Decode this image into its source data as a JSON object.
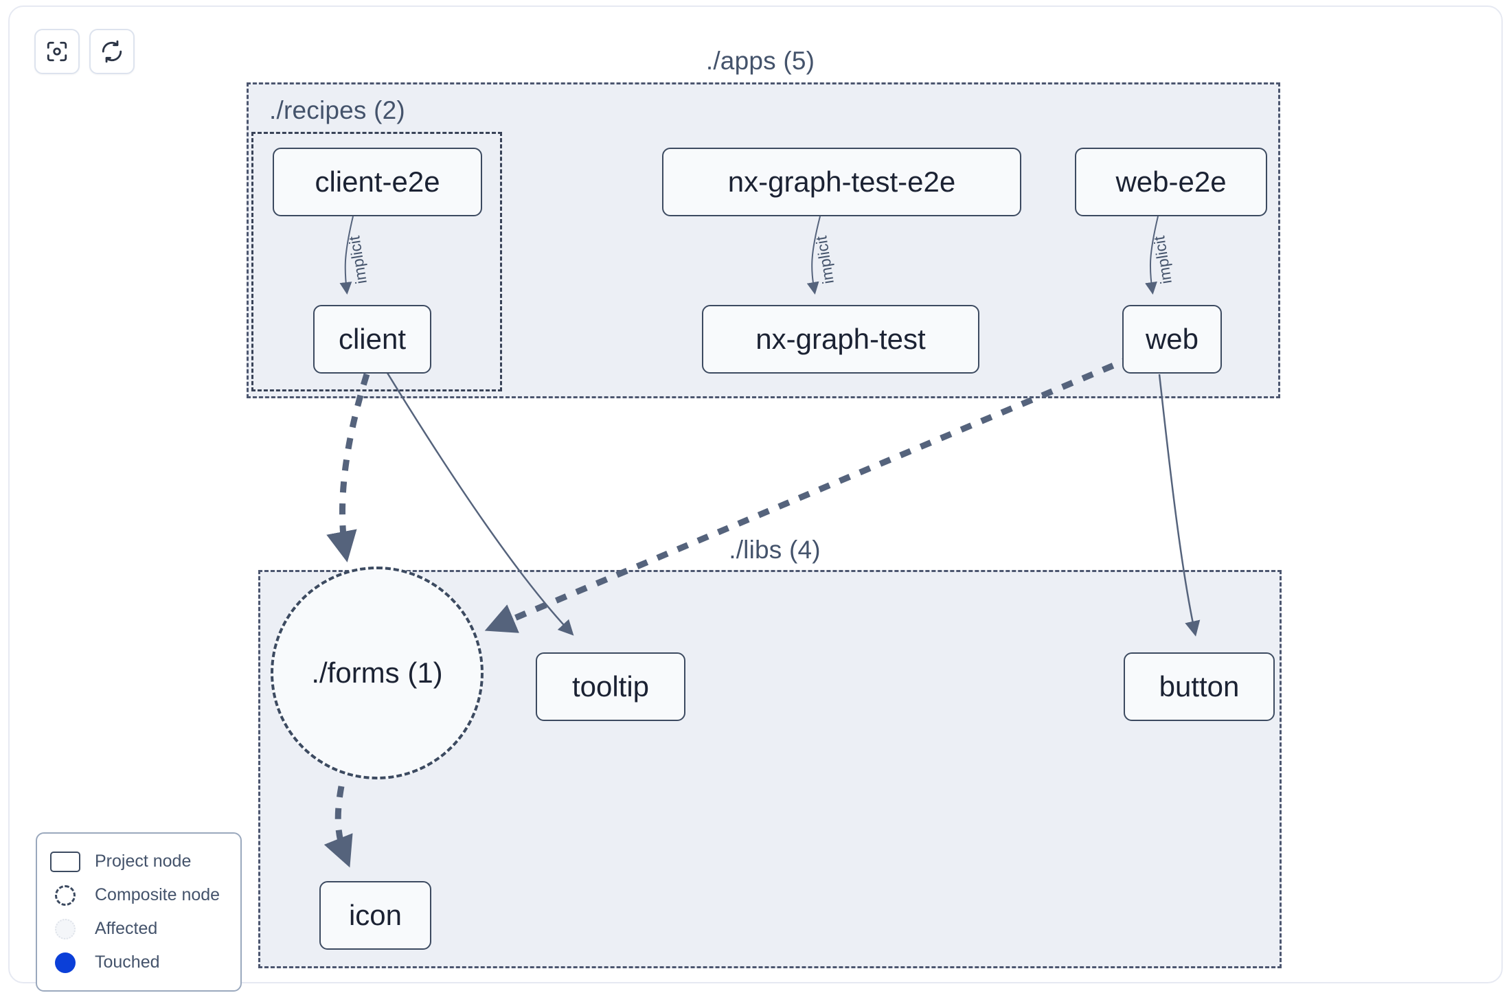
{
  "toolbar": {
    "buttons": [
      {
        "name": "focus-graph-button",
        "icon": "viewfinder-focus-icon",
        "title": "Focus graph"
      },
      {
        "name": "refresh-graph-button",
        "icon": "refresh-icon",
        "title": "Refresh graph"
      }
    ]
  },
  "graph": {
    "groups": [
      {
        "id": "apps",
        "label": "./apps (5)"
      },
      {
        "id": "recipes",
        "label": "./recipes (2)"
      },
      {
        "id": "libs",
        "label": "./libs (4)"
      }
    ],
    "nodes": [
      {
        "id": "client-e2e",
        "label": "client-e2e",
        "type": "project",
        "group": "recipes"
      },
      {
        "id": "nx-graph-test-e2e",
        "label": "nx-graph-test-e2e",
        "type": "project",
        "group": "apps"
      },
      {
        "id": "web-e2e",
        "label": "web-e2e",
        "type": "project",
        "group": "apps"
      },
      {
        "id": "client",
        "label": "client",
        "type": "project",
        "group": "recipes"
      },
      {
        "id": "nx-graph-test",
        "label": "nx-graph-test",
        "type": "project",
        "group": "apps"
      },
      {
        "id": "web",
        "label": "web",
        "type": "project",
        "group": "apps"
      },
      {
        "id": "forms",
        "label": "./forms (1)",
        "type": "composite",
        "group": "libs"
      },
      {
        "id": "tooltip",
        "label": "tooltip",
        "type": "project",
        "group": "libs"
      },
      {
        "id": "button",
        "label": "button",
        "type": "project",
        "group": "libs"
      },
      {
        "id": "icon",
        "label": "icon",
        "type": "project",
        "group": "libs"
      }
    ],
    "edges": [
      {
        "from": "client-e2e",
        "to": "client",
        "label": "implicit",
        "style": "solid"
      },
      {
        "from": "nx-graph-test-e2e",
        "to": "nx-graph-test",
        "label": "implicit",
        "style": "solid"
      },
      {
        "from": "web-e2e",
        "to": "web",
        "label": "implicit",
        "style": "solid"
      },
      {
        "from": "client",
        "to": "forms",
        "label": "",
        "style": "dashed"
      },
      {
        "from": "client",
        "to": "tooltip",
        "label": "",
        "style": "solid"
      },
      {
        "from": "web",
        "to": "forms",
        "label": "",
        "style": "dashed"
      },
      {
        "from": "web",
        "to": "button",
        "label": "",
        "style": "solid"
      },
      {
        "from": "forms",
        "to": "icon",
        "label": "",
        "style": "dashed"
      }
    ]
  },
  "legend": {
    "items": [
      {
        "glyph": "project-node-glyph",
        "label": "Project node"
      },
      {
        "glyph": "composite-node-glyph",
        "label": "Composite node"
      },
      {
        "glyph": "affected-glyph",
        "label": "Affected"
      },
      {
        "glyph": "touched-glyph",
        "label": "Touched"
      }
    ]
  },
  "colors": {
    "group_fill": "#eceff5",
    "group_border": "#4c566f",
    "node_fill": "#f8fafc",
    "node_border": "#3c4a60",
    "edge": "#55637c",
    "touched": "#0b3fd8",
    "text": "#1b2233",
    "muted_text": "#44536b"
  }
}
